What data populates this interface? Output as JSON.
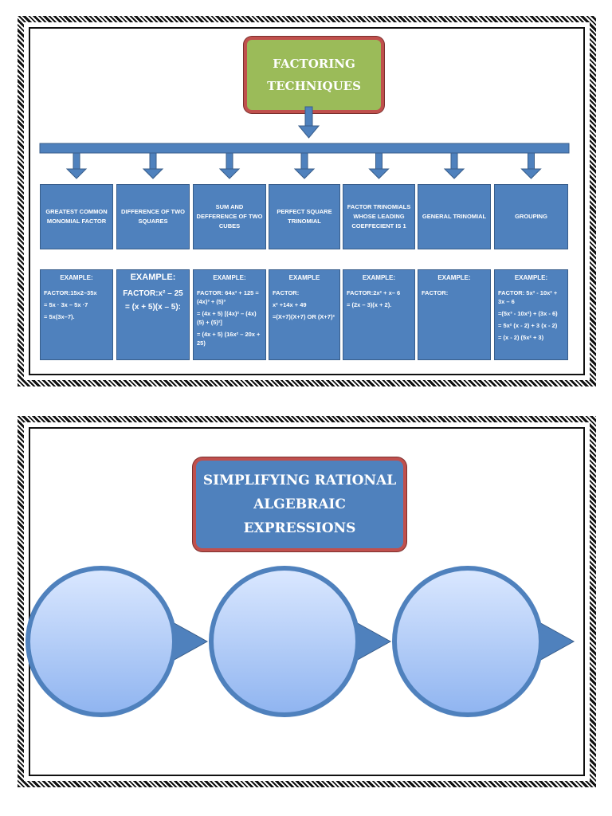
{
  "panel1": {
    "title_line1": "FACTORING",
    "title_line2": "TECHNIQUES",
    "categories": [
      "GREATEST COMMON MONOMIAL FACTOR",
      "DIFFERENCE OF TWO SQUARES",
      "SUM AND DEFFERENCE OF TWO CUBES",
      "PERFECT SQUARE TRINOMIAL",
      "FACTOR TRINOMIALS WHOSE LEADING COEFFECIENT IS 1",
      "GENERAL TRINOMIAL",
      "GROUPING"
    ],
    "examples": [
      {
        "heading": "EXAMPLE:",
        "lines": [
          "FACTOR:15x2–35x",
          "= 5x · 3x – 5x ·7",
          "= 5x(3x–7)."
        ]
      },
      {
        "heading": "EXAMPLE:",
        "lines": [
          "FACTOR:x² – 25",
          "= (x + 5)(x – 5):"
        ]
      },
      {
        "heading": "EXAMPLE:",
        "lines": [
          "FACTOR: 64x³ + 125  = (4x)³ + (5)³",
          "= (4x + 5) [(4x)² – (4x)(5) + (5)²]",
          "= (4x + 5) (16x² – 20x + 25)"
        ]
      },
      {
        "heading": "EXAMPLE",
        "lines": [
          "FACTOR:",
          "x² +14x + 49",
          "=(X+7)(X+7) OR (X+7)²"
        ]
      },
      {
        "heading": "EXAMPLE:",
        "lines": [
          "FACTOR:2x² + x– 6",
          "= (2x – 3)(x + 2)."
        ]
      },
      {
        "heading": "EXAMPLE:",
        "lines": [
          "FACTOR:"
        ]
      },
      {
        "heading": "EXAMPLE:",
        "lines": [
          "FACTOR: 5x³ - 10x² + 3x – 6",
          "=(5x³ - 10x²) + (3x - 6)",
          "= 5x² (x - 2) + 3 (x - 2)",
          "= (x - 2) (5x² + 3)"
        ]
      }
    ]
  },
  "panel2": {
    "title_line1": "SIMPLIFYING RATIONAL",
    "title_line2": "ALGEBRAIC",
    "title_line3": "EXPRESSIONS"
  },
  "colors": {
    "box_blue": "#4f81bd",
    "title_green": "#9bbb59",
    "title_border_red": "#c0504d",
    "circle_light": "#dbe8ff",
    "circle_dark": "#8fb4f0"
  }
}
